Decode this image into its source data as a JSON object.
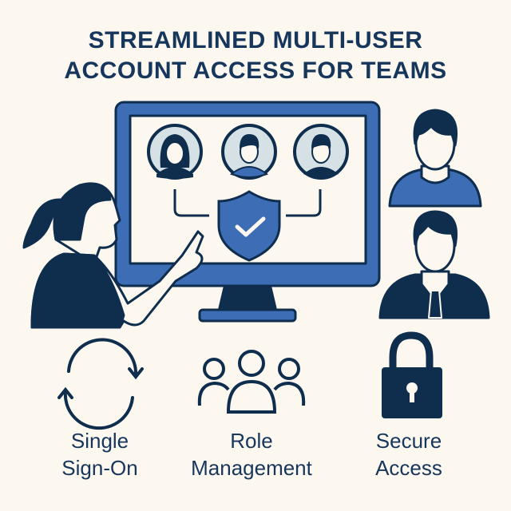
{
  "title": {
    "line1": "STREAMLINED MULTI-USER",
    "line2": "ACCOUNT ACCESS FOR TEAMS"
  },
  "features": [
    {
      "icon": "sync-icon",
      "line1": "Single",
      "line2": "Sign-On"
    },
    {
      "icon": "group-icon",
      "line1": "Role",
      "line2": "Management"
    },
    {
      "icon": "lock-icon",
      "line1": "Secure",
      "line2": "Access"
    }
  ],
  "colors": {
    "navy": "#0f2d4d",
    "blue": "#3d6db5",
    "background": "#fcf8f0",
    "avatar_bg": "#d5e1e5"
  }
}
